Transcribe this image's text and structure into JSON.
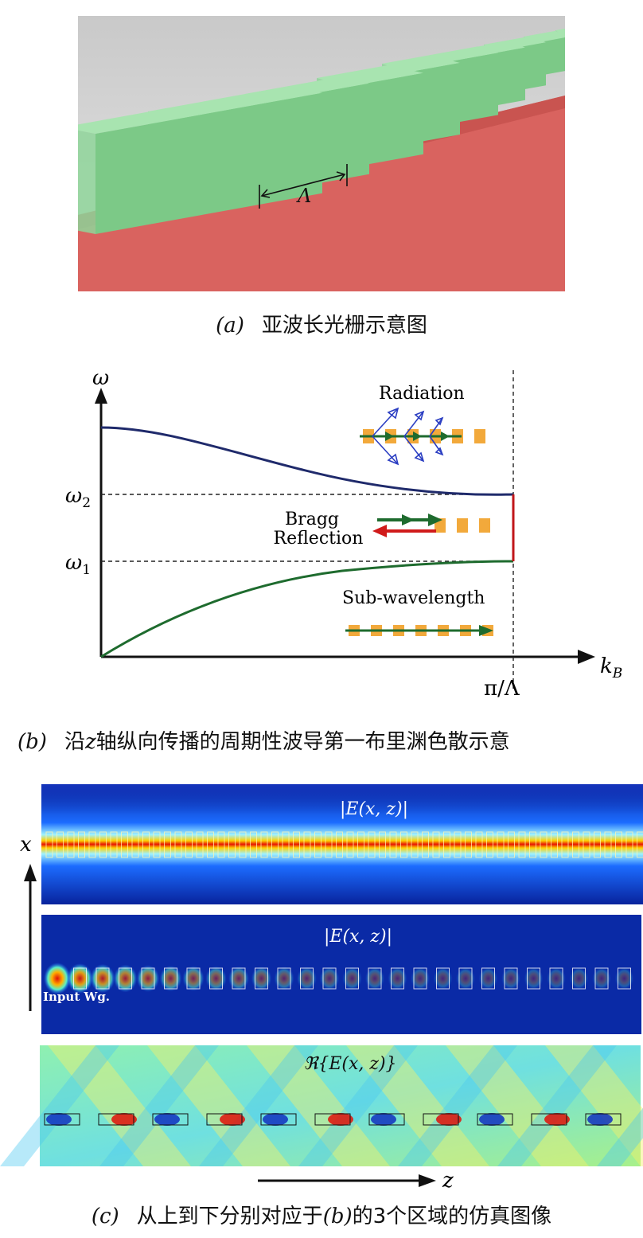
{
  "figure_a": {
    "period_label": "Λ",
    "caption_label": "(a)",
    "caption_text": "亚波长光栅示意图"
  },
  "figure_b": {
    "y_axis_label": "ω",
    "x_axis_label": "k",
    "x_axis_subscript": "B",
    "x_tick": "π/Λ",
    "y_tick_upper": "ω",
    "y_tick_upper_sub": "2",
    "y_tick_lower": "ω",
    "y_tick_lower_sub": "1",
    "region_radiation": "Radiation",
    "region_bragg_line1": "Bragg",
    "region_bragg_line2": "Reflection",
    "region_subwavelength": "Sub-wavelength",
    "caption_label": "(b)",
    "caption_pre": "沿",
    "caption_var": "z",
    "caption_post": "轴纵向传播的周期性波导第一布里渊色散示意"
  },
  "figure_c": {
    "panel1_title": "|E(x, z)|",
    "panel2_title": "|E(x, z)|",
    "panel3_title": "ℜ{E(x, z)}",
    "input_label": "Input Wg.",
    "x_axis_label": "x",
    "z_axis_label": "z",
    "caption_label": "(c)",
    "caption_pre": "从上到下分别对应于",
    "caption_ref": "(b)",
    "caption_post": "的3个区域的仿真图像"
  },
  "colors": {
    "grating_teeth": "#8fd59a",
    "substrate": "#d9635f",
    "upper_band": "#1f2a6b",
    "lower_band": "#1e6b2e",
    "bragg_gap": "#c0161a",
    "blocks": "#f2a93b",
    "field_bg": "#08239c"
  }
}
